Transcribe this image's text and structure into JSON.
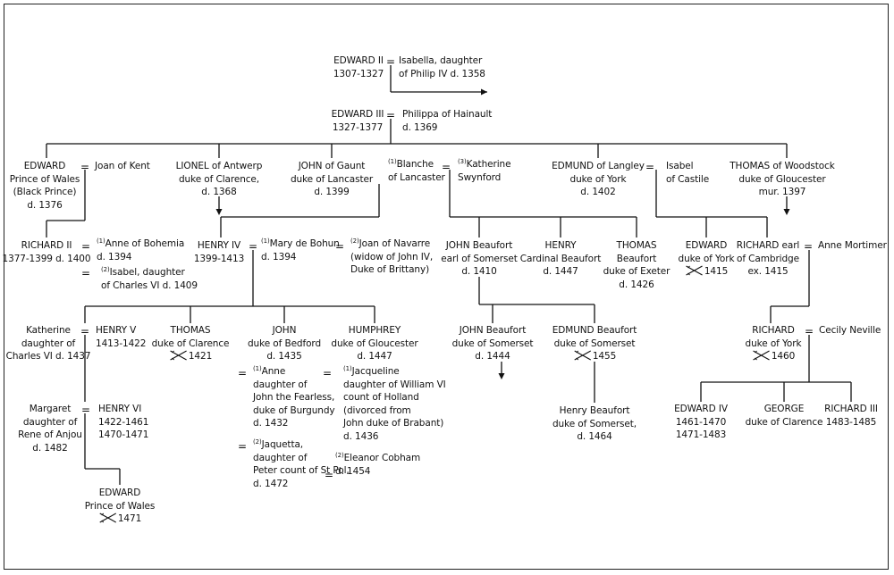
{
  "title": "",
  "persons": {
    "edward2": [
      "EDWARD II",
      "1307-1327"
    ],
    "isabella": [
      "Isabella, daughter",
      "of Philip IV d. 1358"
    ],
    "edward3": [
      "EDWARD III",
      "1327-1377"
    ],
    "philippa": [
      "Philippa of Hainault",
      "d. 1369"
    ],
    "black_prince": [
      "EDWARD",
      "Prince of Wales",
      "(Black Prince)",
      "d. 1376"
    ],
    "joan_kent": [
      "Joan of Kent"
    ],
    "lionel": [
      "LIONEL of Antwerp",
      "duke of Clarence,",
      "d. 1368"
    ],
    "gaunt": [
      "JOHN of Gaunt",
      "duke of Lancaster",
      "d. 1399"
    ],
    "blanche": [
      "(1)",
      "Blanche",
      "of Lancaster"
    ],
    "katherine_s": [
      "(3)",
      "Katherine",
      "Swynford"
    ],
    "edmund_langley": [
      "EDMUND of Langley",
      "duke of York",
      "d. 1402"
    ],
    "isabel_castile": [
      "Isabel",
      "of Castile"
    ],
    "thomas_woodstock": [
      "THOMAS of Woodstock",
      "duke of Gloucester",
      "mur. 1397"
    ],
    "richard2": [
      "RICHARD II",
      "1377-1399 d. 1400"
    ],
    "anne_bohemia": [
      "(1)",
      "Anne of Bohemia",
      "d. 1394"
    ],
    "isabel_daughter": [
      "(2)",
      "Isabel, daughter",
      "of Charles VI d. 1409"
    ],
    "henry4": [
      "HENRY IV",
      "1399-1413"
    ],
    "mary_bohun": [
      "(1)",
      "Mary de Bohun",
      "d. 1394"
    ],
    "joan_navarre": [
      "(2)",
      "Joan of Navarre",
      "(widow of John IV,",
      "Duke of Brittany)"
    ],
    "john_beaufort1": [
      "JOHN Beaufort",
      "earl of Somerset",
      "d. 1410"
    ],
    "henry_beaufort_card": [
      "HENRY",
      "Cardinal Beaufort",
      "d. 1447"
    ],
    "thomas_beaufort": [
      "THOMAS",
      "Beaufort",
      "duke of Exeter",
      "d. 1426"
    ],
    "edward_york": [
      "EDWARD",
      "duke of York",
      "1415"
    ],
    "richard_cambridge": [
      "RICHARD earl",
      "of Cambridge",
      "ex. 1415"
    ],
    "anne_mortimer": [
      "Anne Mortimer"
    ],
    "katherine_valois": [
      "Katherine",
      "daughter of",
      "Charles VI d. 1437"
    ],
    "henry5": [
      "HENRY V",
      "1413-1422"
    ],
    "thomas_clarence": [
      "THOMAS",
      "duke of Clarence",
      "1421"
    ],
    "john_bedford": [
      "JOHN",
      "duke of Bedford",
      "d. 1435"
    ],
    "humphrey": [
      "HUMPHREY",
      "duke of Gloucester",
      "d. 1447"
    ],
    "john_beaufort2": [
      "JOHN Beaufort",
      "duke of Somerset",
      "d. 1444"
    ],
    "edmund_beaufort": [
      "EDMUND Beaufort",
      "duke of Somerset",
      "1455"
    ],
    "richard_york": [
      "RICHARD",
      "duke of York",
      "1460"
    ],
    "cecily": [
      "Cecily Neville"
    ],
    "anne_burgundy": [
      "(1)",
      "Anne",
      "daughter of",
      "John the Fearless,",
      "duke of Burgundy",
      "d. 1432"
    ],
    "jaquetta": [
      "(2)",
      "Jaquetta,",
      "daughter of",
      "Peter count of St Pol,",
      "d. 1472"
    ],
    "jacqueline": [
      "(1)",
      "Jacqueline",
      "daughter of William VI",
      "count of Holland",
      "(divorced from",
      "John duke of Brabant)",
      "d. 1436"
    ],
    "eleanor": [
      "(2)",
      "Eleanor Cobham",
      "d. 1454"
    ],
    "margaret_anjou": [
      "Margaret",
      "daughter of",
      "Rene of Anjou",
      "d. 1482"
    ],
    "henry6": [
      "HENRY VI",
      "1422-1461",
      "1470-1471"
    ],
    "henry_beaufort_som": [
      "Henry Beaufort",
      "duke of Somerset,",
      "d. 1464"
    ],
    "edward4": [
      "EDWARD IV",
      "1461-1470",
      "1471-1483"
    ],
    "george": [
      "GEORGE",
      "duke of Clarence"
    ],
    "richard3": [
      "RICHARD III",
      "1483-1485"
    ],
    "edward_pow": [
      "EDWARD",
      "Prince of Wales",
      "1471"
    ]
  },
  "marriage_symbol": "=",
  "line_color": "#111111"
}
